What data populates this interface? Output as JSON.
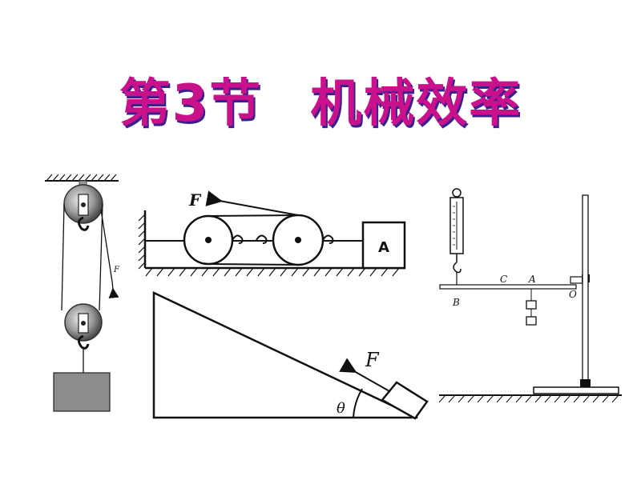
{
  "title": {
    "part1": "第3节",
    "part2": "机械效率"
  },
  "pulley_figure": {
    "force_label": "F"
  },
  "horizontal_pull_figure": {
    "force_label": "F",
    "block_label": "A"
  },
  "incline_figure": {
    "force_label": "F",
    "angle_label": "θ"
  },
  "lever_figure": {
    "point_b": "B",
    "point_c": "C",
    "point_a": "A",
    "point_o": "O"
  },
  "colors": {
    "title": "#c8118a",
    "title_shadow": "#3b1f8f",
    "ink": "#111111",
    "gray_block": "#8c8c8c"
  }
}
